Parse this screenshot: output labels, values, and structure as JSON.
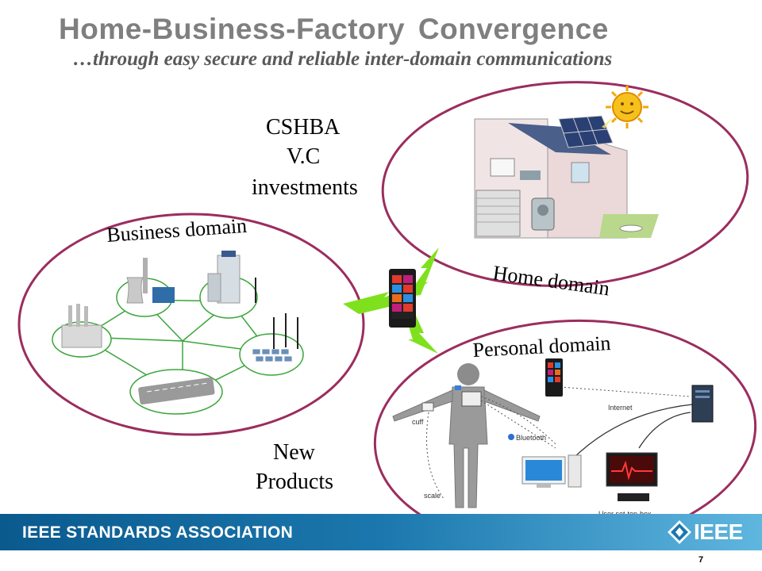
{
  "slide": {
    "title": "Home-Business-Factory Convergence",
    "subtitle_prefix": "…",
    "subtitle": "through easy secure and reliable inter-domain communications",
    "page_number": "7"
  },
  "labels": {
    "cshba": "CSHBA",
    "vc": "V.C",
    "investments": "investments",
    "new": "New",
    "products": "Products",
    "business_domain": "Business domain",
    "home_domain": "Home domain",
    "personal_domain": "Personal domain"
  },
  "personal_diagram": {
    "internet": "Internet",
    "cuff": "cuff",
    "bluetooth": "Bluetooth",
    "scale": "scale",
    "set_top_box": "User set-top-box"
  },
  "footer": {
    "association": "IEEE STANDARDS ASSOCIATION",
    "logo": "IEEE"
  },
  "colors": {
    "ellipse_stroke": "#9b2d5f",
    "lightning": "#7fe11d",
    "footer_dark": "#0a5a8e",
    "footer_light": "#5fb6df"
  }
}
